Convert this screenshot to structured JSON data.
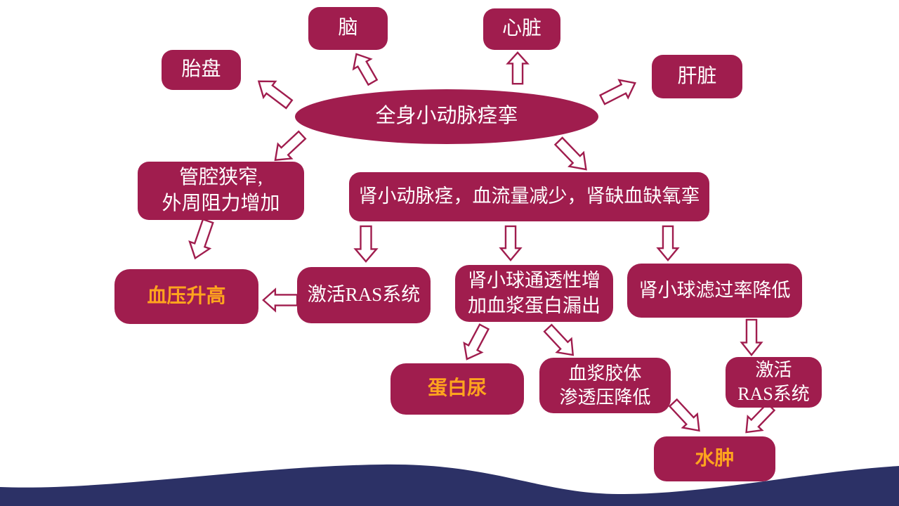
{
  "slide": {
    "description": "Pathophysiology flowchart of systemic arteriolar spasm (pregnancy-induced hypertension)",
    "palette": {
      "node_fill": "#a01d4e",
      "node_text": "#ffffff",
      "accent_text": "#ffa41e",
      "wave": "#2c3166",
      "background": "#ffffff"
    }
  },
  "nodes": {
    "root": {
      "label": "全身小动脉痉挛"
    },
    "brain": {
      "label": "脑"
    },
    "heart": {
      "label": "心脏"
    },
    "placenta": {
      "label": "胎盘"
    },
    "liver": {
      "label": "肝脏"
    },
    "lumen": {
      "label": "管腔狭窄,\n外周阻力增加"
    },
    "renal": {
      "label": "肾小动脉痉，血流量减少，肾缺血缺氧挛"
    },
    "ras_left": {
      "label": "激活RAS系统"
    },
    "bp": {
      "label": "血压升高"
    },
    "permeability": {
      "label": "肾小球通透性增\n加血浆蛋白漏出"
    },
    "filtration": {
      "label": "肾小球滤过率降低"
    },
    "proteinuria": {
      "label": "蛋白尿"
    },
    "colloid": {
      "label": "血浆胶体\n渗透压降低"
    },
    "ras_right": {
      "label": "激活\nRAS系统"
    },
    "edema": {
      "label": "水肿"
    }
  },
  "edges": [
    {
      "from": "root",
      "to": "brain"
    },
    {
      "from": "root",
      "to": "heart"
    },
    {
      "from": "root",
      "to": "placenta"
    },
    {
      "from": "root",
      "to": "liver"
    },
    {
      "from": "root",
      "to": "lumen"
    },
    {
      "from": "root",
      "to": "renal"
    },
    {
      "from": "lumen",
      "to": "bp"
    },
    {
      "from": "renal",
      "to": "ras_left"
    },
    {
      "from": "renal",
      "to": "permeability"
    },
    {
      "from": "renal",
      "to": "filtration"
    },
    {
      "from": "ras_left",
      "to": "bp"
    },
    {
      "from": "permeability",
      "to": "proteinuria"
    },
    {
      "from": "permeability",
      "to": "colloid"
    },
    {
      "from": "filtration",
      "to": "ras_right"
    },
    {
      "from": "colloid",
      "to": "edema"
    },
    {
      "from": "ras_right",
      "to": "edema"
    }
  ]
}
